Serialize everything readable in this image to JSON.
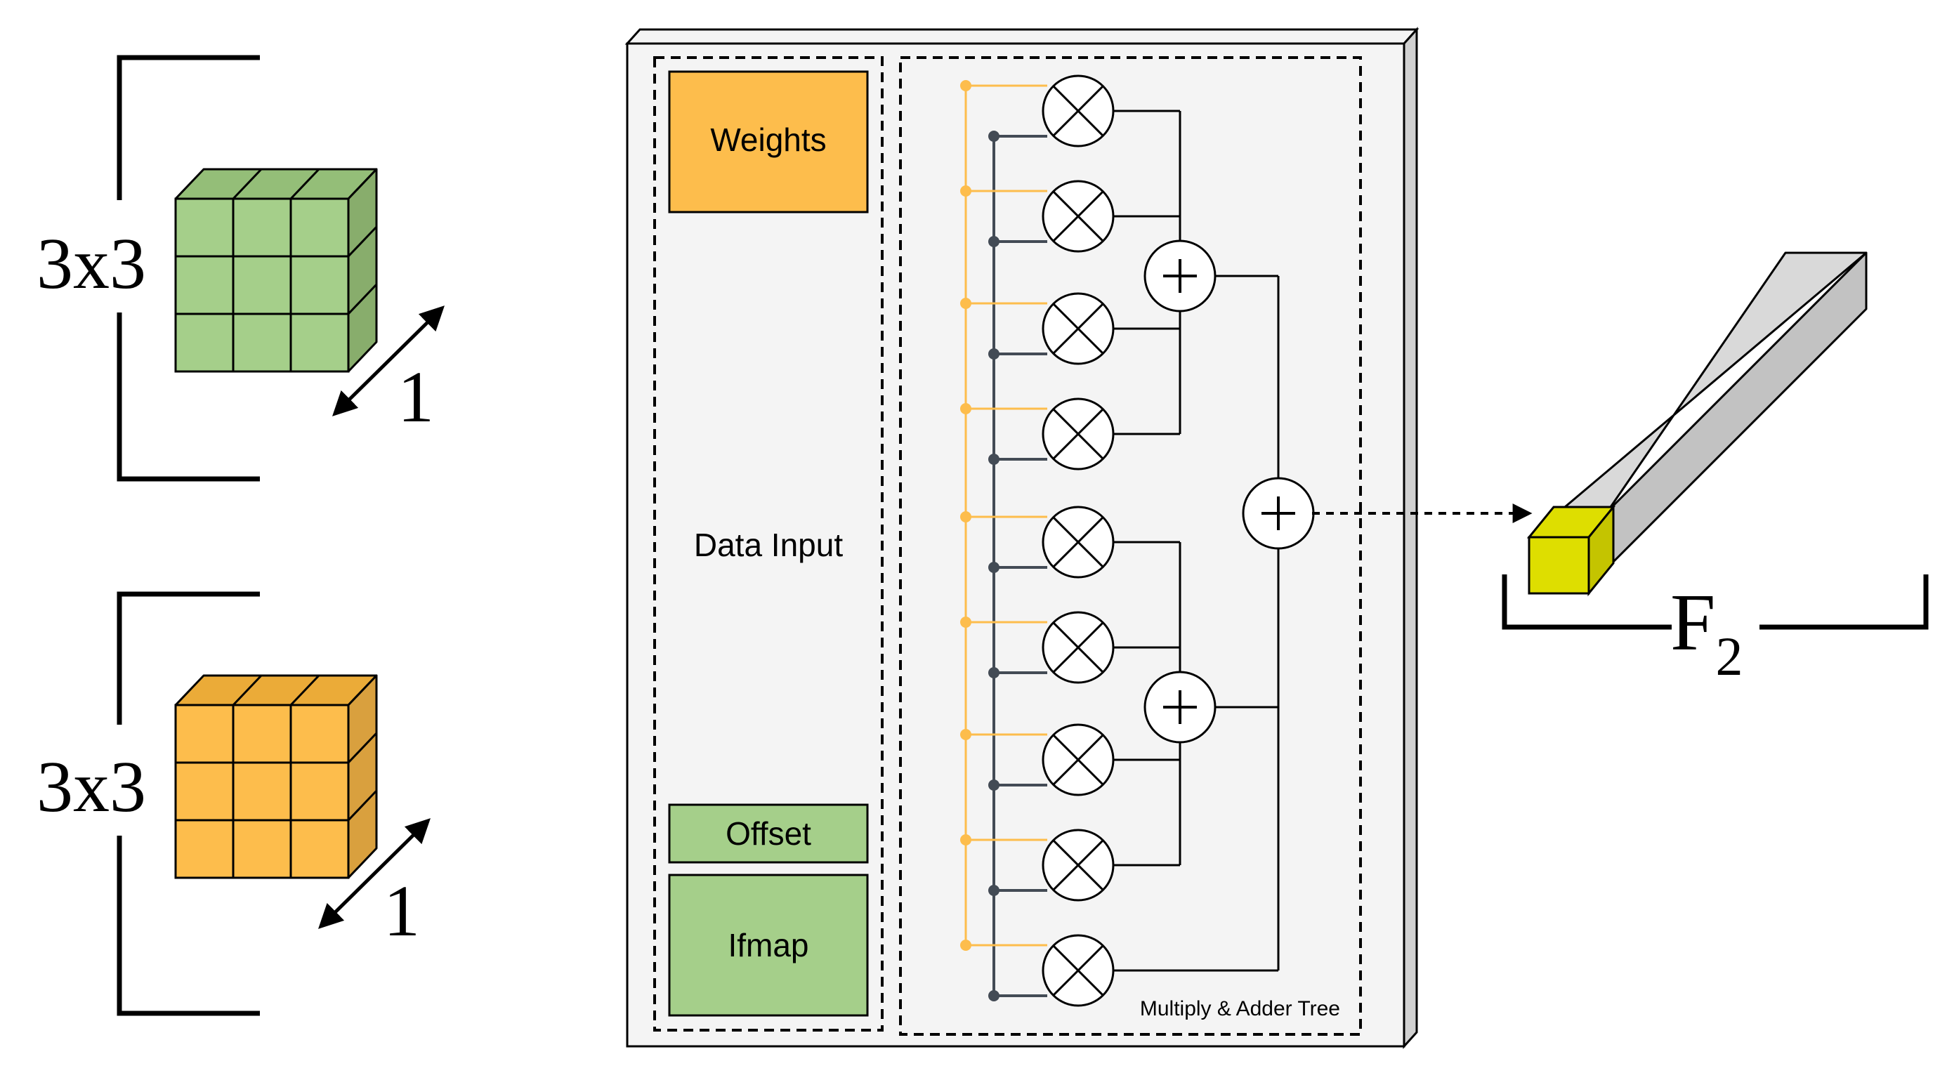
{
  "left_panel": {
    "cube_top": {
      "size_label": "3x3",
      "depth_label": "1",
      "color": "#a5cf8a",
      "top_color": "#94be78",
      "side_color": "#88ad6c"
    },
    "cube_bottom": {
      "size_label": "3x3",
      "depth_label": "1",
      "color": "#fdbd4c",
      "top_color": "#ebab38",
      "side_color": "#d9a03e"
    }
  },
  "processing_unit": {
    "data_input": {
      "label": "Data Input",
      "weights_label": "Weights",
      "offset_label": "Offset",
      "ifmap_label": "Ifmap",
      "weights_color": "#fdbd4c",
      "green_color": "#a5cf8a"
    },
    "tree": {
      "label": "Multiply & Adder Tree",
      "multiplier_count": 9,
      "multiply_symbol": "⊗",
      "add_symbol": "+",
      "weight_line_color": "#fdbd4c",
      "data_line_color": "#434b55"
    }
  },
  "output": {
    "label_main": "F",
    "label_sub": "2",
    "highlight_color": "#dede00",
    "bar_color": "#d9d9d9"
  }
}
